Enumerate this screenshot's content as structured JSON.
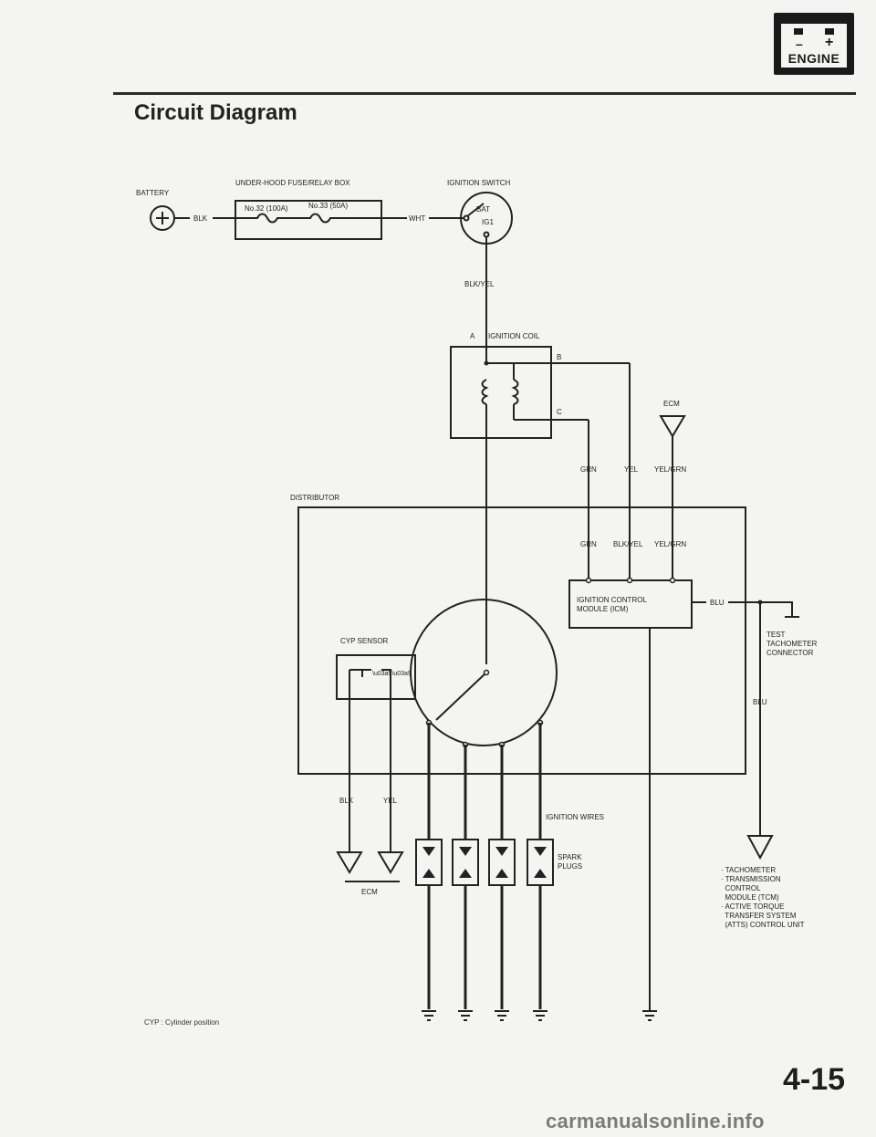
{
  "header": {
    "badge": {
      "minus": "–",
      "plus": "+",
      "label": "ENGINE"
    },
    "title": "Circuit Diagram"
  },
  "diagram": {
    "battery": "BATTERY",
    "fuse_box": "UNDER-HOOD FUSE/RELAY BOX",
    "fuse_32": "No.32 (100A)",
    "fuse_33": "No.33 (50A)",
    "ignition_switch": "IGNITION SWITCH",
    "ig_bat": "BAT",
    "ig_ig1": "IG1",
    "wire_blk": "BLK",
    "wire_wht": "WHT",
    "wire_blk_yel": "BLK/YEL",
    "ignition_coil": "IGNITION COIL",
    "coil_a": "A",
    "coil_b": "B",
    "coil_c": "C",
    "ecm_top": "ECM",
    "wire_grn_1": "GRN",
    "wire_yel_1": "YEL",
    "wire_yel_grn_1": "YEL/GRN",
    "distributor": "DISTRIBUTOR",
    "wire_grn_2": "GRN",
    "wire_blk_yel_2": "BLK/YEL",
    "wire_yel_grn_2": "YEL/GRN",
    "icm_line1": "IGNITION CONTROL",
    "icm_line2": "MODULE (ICM)",
    "wire_blu_1": "BLU",
    "test_line1": "TEST",
    "test_line2": "TACHOMETER",
    "test_line3": "CONNECTOR",
    "cyp_sensor": "CYP SENSOR",
    "wire_blu_2": "BLU",
    "wire_blk_2": "BLK",
    "wire_yel_2": "YEL",
    "ignition_wires": "IGNITION WIRES",
    "spark_line1": "SPARK",
    "spark_line2": "PLUGS",
    "ecm_bottom": "ECM",
    "dest_lines": [
      "· TACHOMETER",
      "· TRANSMISSION",
      "  CONTROL",
      "  MODULE (TCM)",
      "· ACTIVE TORQUE",
      "  TRANSFER SYSTEM",
      "  (ATTS) CONTROL UNIT"
    ]
  },
  "footer": {
    "footnote": "CYP : Cylinder position",
    "page_number": "4-15",
    "watermark": "carmanualsonline.info"
  }
}
